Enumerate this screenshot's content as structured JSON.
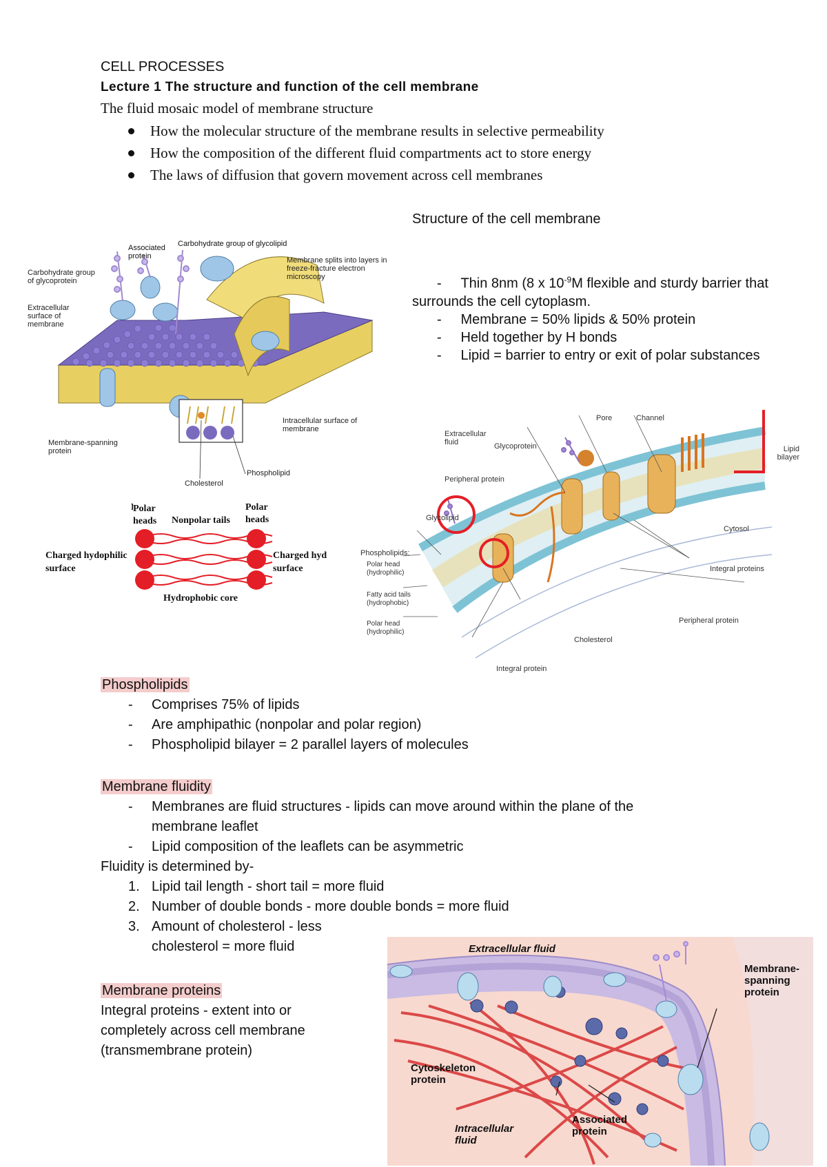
{
  "header": {
    "course": "CELL PROCESSES",
    "lecture": "Lecture 1 The structure and function of the cell membrane",
    "intro": "The fluid mosaic model of membrane structure",
    "bullets": [
      "How the molecular structure of the membrane results in selective permeability",
      "How the composition of the different fluid compartments act to store energy",
      "The laws of diffusion that govern movement across cell membranes"
    ]
  },
  "structure": {
    "title": "Structure of the cell membrane",
    "items": [
      {
        "marker": "-",
        "pre": "Thin 8nm (8 x 10",
        "sup": "-9",
        "post": "M flexible and sturdy barrier that surrounds the cell cytoplasm."
      },
      {
        "marker": "-",
        "text": "Membrane = 50% lipids & 50% protein"
      },
      {
        "marker": "-",
        "text": "Held together by H bonds"
      },
      {
        "marker": "-",
        "text": "Lipid = barrier to entry or exit of polar substances"
      }
    ]
  },
  "fig1": {
    "associated_protein": "Associated protein",
    "carb_glycolipid": "Carbohydrate group of glycolipid",
    "membrane_splits": "Membrane splits into layers in freeze-fracture electron microscopy",
    "carb_glycoprotein": "Carbohydrate group of glycoprotein",
    "extracellular_surface": "Extracellular surface of membrane",
    "intracellular_surface": "Intracellular surface of membrane",
    "membrane_spanning": "Membrane-spanning protein",
    "phospholipid": "Phospholipid",
    "cholesterol": "Cholesterol"
  },
  "fig2": {
    "polar_heads_left": "Polar heads",
    "nonpolar_tails": "Nonpolar tails",
    "polar_heads_right": "Polar heads",
    "charged_left": "Charged hydophilic surface",
    "charged_right": "Charged hyd surface",
    "core": "Hydrophobic core"
  },
  "fig3": {
    "extracellular_fluid": "Extracellular fluid",
    "glycoprotein": "Glycoprotein",
    "pore": "Pore",
    "channel": "Channel",
    "lipid_bilayer": "Lipid bilayer",
    "peripheral_protein": "Peripheral protein",
    "glycolipid": "Glycolipid",
    "cytosol": "Cytosol",
    "phospholipids": "Phospholipids:",
    "polar_head_top": "Polar head (hydrophilic)",
    "fatty_acid": "Fatty acid tails (hydrophobic)",
    "polar_head_bottom": "Polar head (hydrophilic)",
    "integral_proteins": "Integral proteins",
    "peripheral_protein_2": "Peripheral protein",
    "cholesterol": "Cholesterol",
    "integral_protein": "Integral protein"
  },
  "phospholipids": {
    "heading": "Phospholipids",
    "items": [
      "Comprises 75% of lipids",
      "Are amphipathic (nonpolar and polar region)",
      "Phospholipid bilayer = 2 parallel layers of molecules"
    ]
  },
  "fluidity": {
    "heading": "Membrane fluidity",
    "items": [
      "Membranes are fluid structures - lipids can move around within the plane of the membrane leaflet",
      "Lipid composition of the leaflets can be asymmetric"
    ],
    "determined_by": "Fluidity is determined by-",
    "factors": [
      {
        "n": "1.",
        "text": "Lipid tail length - short tail = more  fluid"
      },
      {
        "n": "2.",
        "text": "Number of double bonds - more double bonds = more fluid"
      },
      {
        "n": "3.",
        "text": "Amount of cholesterol - less cholesterol = more fluid"
      }
    ]
  },
  "proteins": {
    "heading": "Membrane proteins",
    "text": "Integral proteins - extent into or completely across cell membrane (transmembrane protein)"
  },
  "fig4": {
    "extracellular": "Extracellular fluid",
    "membrane_spanning": "Membrane-spanning protein",
    "cytoskeleton": "Cytoskeleton protein",
    "associated": "Associated protein",
    "intracellular": "Intracellular fluid"
  }
}
